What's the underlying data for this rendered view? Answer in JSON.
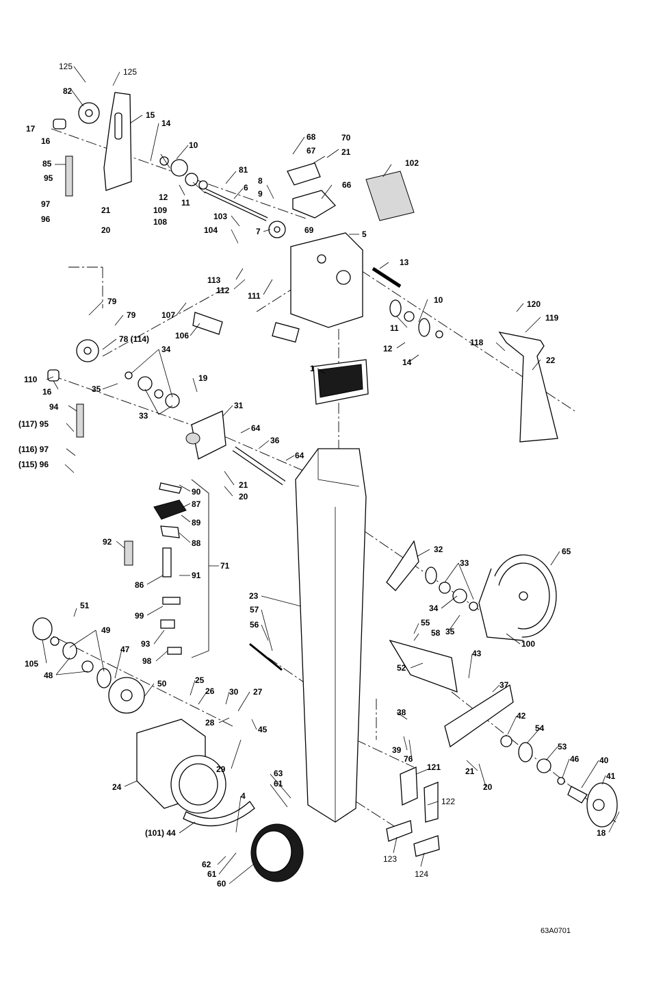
{
  "drawing_id": "63A0701",
  "callouts": [
    {
      "id": "c125a",
      "text": "125"
    },
    {
      "id": "c125b",
      "text": "125"
    },
    {
      "id": "c82",
      "text": "82"
    },
    {
      "id": "c15",
      "text": "15"
    },
    {
      "id": "c14",
      "text": "14"
    },
    {
      "id": "c17",
      "text": "17"
    },
    {
      "id": "c16a",
      "text": "16"
    },
    {
      "id": "c10a",
      "text": "10"
    },
    {
      "id": "c85",
      "text": "85"
    },
    {
      "id": "c95a",
      "text": "95"
    },
    {
      "id": "c97a",
      "text": "97"
    },
    {
      "id": "c96a",
      "text": "96"
    },
    {
      "id": "c12a",
      "text": "12"
    },
    {
      "id": "c11a",
      "text": "11"
    },
    {
      "id": "c21a",
      "text": "21"
    },
    {
      "id": "c109",
      "text": "109"
    },
    {
      "id": "c20a",
      "text": "20"
    },
    {
      "id": "c108",
      "text": "108"
    },
    {
      "id": "c81",
      "text": "81"
    },
    {
      "id": "c6",
      "text": "6"
    },
    {
      "id": "c8",
      "text": "8"
    },
    {
      "id": "c9",
      "text": "9"
    },
    {
      "id": "c68",
      "text": "68"
    },
    {
      "id": "c67",
      "text": "67"
    },
    {
      "id": "c70",
      "text": "70"
    },
    {
      "id": "c21b",
      "text": "21"
    },
    {
      "id": "c66",
      "text": "66"
    },
    {
      "id": "c102",
      "text": "102"
    },
    {
      "id": "c103",
      "text": "103"
    },
    {
      "id": "c104",
      "text": "104"
    },
    {
      "id": "c7",
      "text": "7"
    },
    {
      "id": "c69",
      "text": "69"
    },
    {
      "id": "c5",
      "text": "5"
    },
    {
      "id": "c13",
      "text": "13"
    },
    {
      "id": "c113",
      "text": "113"
    },
    {
      "id": "c112",
      "text": "112"
    },
    {
      "id": "c111",
      "text": "111"
    },
    {
      "id": "c10b",
      "text": "10"
    },
    {
      "id": "c11b",
      "text": "11"
    },
    {
      "id": "c120",
      "text": "120"
    },
    {
      "id": "c119",
      "text": "119"
    },
    {
      "id": "c79a",
      "text": "79"
    },
    {
      "id": "c79b",
      "text": "79"
    },
    {
      "id": "c107",
      "text": "107"
    },
    {
      "id": "c106",
      "text": "106"
    },
    {
      "id": "c78",
      "text": "78 (114)"
    },
    {
      "id": "c118",
      "text": "118"
    },
    {
      "id": "c12b",
      "text": "12"
    },
    {
      "id": "c14b",
      "text": "14"
    },
    {
      "id": "c22",
      "text": "22"
    },
    {
      "id": "c34a",
      "text": "34"
    },
    {
      "id": "c110",
      "text": "110"
    },
    {
      "id": "c1",
      "text": "1"
    },
    {
      "id": "c16b",
      "text": "16"
    },
    {
      "id": "c35a",
      "text": "35"
    },
    {
      "id": "c19",
      "text": "19"
    },
    {
      "id": "c33a",
      "text": "33"
    },
    {
      "id": "c94",
      "text": "94"
    },
    {
      "id": "c31",
      "text": "31"
    },
    {
      "id": "c117",
      "text": "(117) 95"
    },
    {
      "id": "c64a",
      "text": "64"
    },
    {
      "id": "c36",
      "text": "36"
    },
    {
      "id": "c116",
      "text": "(116) 97"
    },
    {
      "id": "c64b",
      "text": "64"
    },
    {
      "id": "c115",
      "text": "(115) 96"
    },
    {
      "id": "c21c",
      "text": "21"
    },
    {
      "id": "c20b",
      "text": "20"
    },
    {
      "id": "c90",
      "text": "90"
    },
    {
      "id": "c87",
      "text": "87"
    },
    {
      "id": "c89",
      "text": "89"
    },
    {
      "id": "c88",
      "text": "88"
    },
    {
      "id": "c92",
      "text": "92"
    },
    {
      "id": "c71",
      "text": "71"
    },
    {
      "id": "c91",
      "text": "91"
    },
    {
      "id": "c86",
      "text": "86"
    },
    {
      "id": "c32",
      "text": "32"
    },
    {
      "id": "c65",
      "text": "65"
    },
    {
      "id": "c33b",
      "text": "33"
    },
    {
      "id": "c23",
      "text": "23"
    },
    {
      "id": "c51",
      "text": "51"
    },
    {
      "id": "c57",
      "text": "57"
    },
    {
      "id": "c34b",
      "text": "34"
    },
    {
      "id": "c35b",
      "text": "35"
    },
    {
      "id": "c99",
      "text": "99"
    },
    {
      "id": "c49",
      "text": "49"
    },
    {
      "id": "c56",
      "text": "56"
    },
    {
      "id": "c55",
      "text": "55"
    },
    {
      "id": "c58",
      "text": "58"
    },
    {
      "id": "c100",
      "text": "100"
    },
    {
      "id": "c93",
      "text": "93"
    },
    {
      "id": "c105",
      "text": "105"
    },
    {
      "id": "c47",
      "text": "47"
    },
    {
      "id": "c98",
      "text": "98"
    },
    {
      "id": "c43",
      "text": "43"
    },
    {
      "id": "c52",
      "text": "52"
    },
    {
      "id": "c48",
      "text": "48"
    },
    {
      "id": "c37",
      "text": "37"
    },
    {
      "id": "c50",
      "text": "50"
    },
    {
      "id": "c25",
      "text": "25"
    },
    {
      "id": "c26",
      "text": "26"
    },
    {
      "id": "c30",
      "text": "30"
    },
    {
      "id": "c27",
      "text": "27"
    },
    {
      "id": "c38",
      "text": "38"
    },
    {
      "id": "c42",
      "text": "42"
    },
    {
      "id": "c28",
      "text": "28"
    },
    {
      "id": "c45",
      "text": "45"
    },
    {
      "id": "c54",
      "text": "54"
    },
    {
      "id": "c39",
      "text": "39"
    },
    {
      "id": "c53",
      "text": "53"
    },
    {
      "id": "c76",
      "text": "76"
    },
    {
      "id": "c46",
      "text": "46"
    },
    {
      "id": "c40",
      "text": "40"
    },
    {
      "id": "c29",
      "text": "29"
    },
    {
      "id": "c121",
      "text": "121"
    },
    {
      "id": "c21d",
      "text": "21"
    },
    {
      "id": "c20c",
      "text": "20"
    },
    {
      "id": "c41",
      "text": "41"
    },
    {
      "id": "c24",
      "text": "24"
    },
    {
      "id": "c63",
      "text": "63"
    },
    {
      "id": "c61a",
      "text": "61"
    },
    {
      "id": "c4",
      "text": "4"
    },
    {
      "id": "c122",
      "text": "122"
    },
    {
      "id": "c101",
      "text": "(101) 44"
    },
    {
      "id": "c18",
      "text": "18"
    },
    {
      "id": "c123",
      "text": "123"
    },
    {
      "id": "c62",
      "text": "62"
    },
    {
      "id": "c61b",
      "text": "61"
    },
    {
      "id": "c60",
      "text": "60"
    },
    {
      "id": "c124",
      "text": "124"
    }
  ]
}
